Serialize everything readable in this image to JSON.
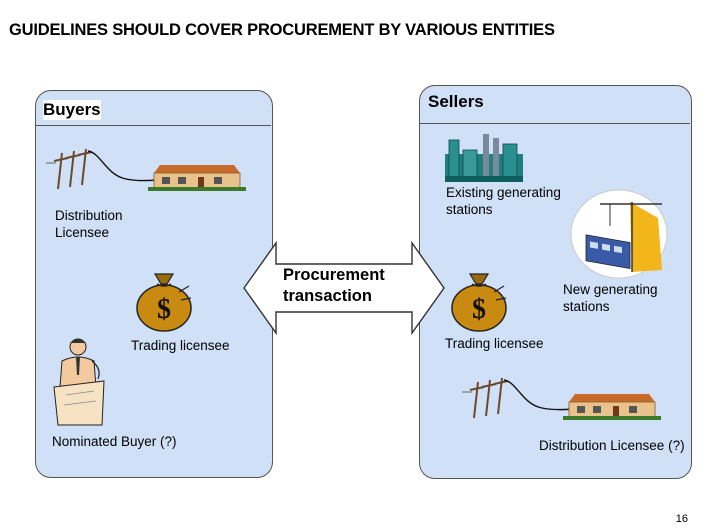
{
  "title": "GUIDELINES SHOULD COVER PROCUREMENT BY VARIOUS ENTITIES",
  "buyers": {
    "heading": "Buyers",
    "distribution_licensee": "Distribution\nLicensee",
    "trading_licensee": "Trading licensee",
    "nominated_buyer": "Nominated Buyer (?)"
  },
  "sellers": {
    "heading": "Sellers",
    "existing_stations": "Existing generating\nstations",
    "new_stations": "New generating\nstations",
    "trading_licensee": "Trading licensee",
    "distribution_licensee": "Distribution Licensee (?)"
  },
  "arrow": {
    "label": "Procurement\ntransaction"
  },
  "page_number": "16",
  "colors": {
    "panel_fill": "#cfe0f7",
    "panel_border": "#555555",
    "money_bag": "#c98a12",
    "house_roof": "#c86a2a"
  },
  "icons": [
    "power-line-icon",
    "house-icon",
    "money-bag-icon",
    "power-plant-icon",
    "construction-crane-icon",
    "speaker-at-podium-icon"
  ]
}
